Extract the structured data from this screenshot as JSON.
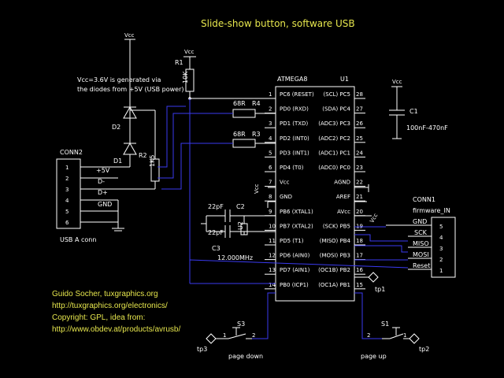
{
  "title": "Slide-show button, software USB",
  "vcc_note": [
    "Vcc=3.6V is generated via",
    "the diodes from +5V (USB power)"
  ],
  "u1": {
    "name": "ATMEGA8",
    "ref": "U1",
    "left_pins": [
      {
        "num": "1",
        "label": "PC6 (RESET)"
      },
      {
        "num": "2",
        "label": "PD0 (RXD)"
      },
      {
        "num": "3",
        "label": "PD1 (TXD)"
      },
      {
        "num": "4",
        "label": "PD2 (INT0)"
      },
      {
        "num": "5",
        "label": "PD3 (INT1)"
      },
      {
        "num": "6",
        "label": "PD4 (T0)"
      },
      {
        "num": "7",
        "label": "Vcc"
      },
      {
        "num": "8",
        "label": "GND"
      },
      {
        "num": "9",
        "label": "PB6 (XTAL1)"
      },
      {
        "num": "10",
        "label": "PB7 (XTAL2)"
      },
      {
        "num": "11",
        "label": "PD5 (T1)"
      },
      {
        "num": "12",
        "label": "PD6 (AIN0)"
      },
      {
        "num": "13",
        "label": "PD7 (AIN1)"
      },
      {
        "num": "14",
        "label": "PB0 (ICP1)"
      }
    ],
    "right_pins": [
      {
        "num": "28",
        "label": "(SCL) PC5"
      },
      {
        "num": "27",
        "label": "(SDA) PC4"
      },
      {
        "num": "26",
        "label": "(ADC3) PC3"
      },
      {
        "num": "25",
        "label": "(ADC2) PC2"
      },
      {
        "num": "24",
        "label": "(ADC1) PC1"
      },
      {
        "num": "23",
        "label": "(ADC0) PC0"
      },
      {
        "num": "22",
        "label": "AGND"
      },
      {
        "num": "21",
        "label": "AREF"
      },
      {
        "num": "20",
        "label": "AVcc"
      },
      {
        "num": "19",
        "label": "(SCK) PB5"
      },
      {
        "num": "18",
        "label": "(MISO) PB4"
      },
      {
        "num": "17",
        "label": "(MOSI) PB3"
      },
      {
        "num": "16",
        "label": "(OC1B) PB2"
      },
      {
        "num": "15",
        "label": "(OC1A) PB1"
      }
    ]
  },
  "conn2": {
    "name": "CONN2",
    "caption": "USB A conn",
    "pins": [
      "1",
      "2",
      "3",
      "4",
      "5",
      "6"
    ],
    "nets": [
      "+5V",
      "D-",
      "D+",
      "GND"
    ]
  },
  "conn1": {
    "name": "CONN1",
    "caption": "firmware_IN",
    "pins": [
      "5",
      "4",
      "3",
      "2",
      "1"
    ],
    "nets": [
      "GND",
      "SCK",
      "MISO",
      "MOSI",
      "Reset"
    ]
  },
  "parts": {
    "r1": "R1",
    "r1_val": "10K",
    "r1_vcc": "Vcc",
    "r2": "R2",
    "r2_val": "1K5",
    "r3": "R3",
    "r3_val": "68R",
    "r4": "R4",
    "r4_val": "68R",
    "d1": "D1",
    "d2": "D2",
    "d2_vcc": "Vcc",
    "c1": "C1",
    "c1_val": "100nF-470nF",
    "c1_vcc": "Vcc",
    "c2": "C2",
    "c2_val": "22pF",
    "c3": "C3",
    "c3_val": "22pF",
    "u2": "U2",
    "xtal": "12.000MHz",
    "vcc_pin7": "Vcc",
    "vcc_pin20": "Vcc",
    "s1": "S1",
    "s3": "S3",
    "tp1": "tp1",
    "tp2": "tp2",
    "tp3": "tp3",
    "page_down": "page down",
    "page_up": "page up"
  },
  "credits": [
    "Guido Socher, tuxgraphics.org",
    "http://tuxgraphics.org/electronics/",
    "Copyright: GPL, idea from:",
    "http://www.obdev.at/products/avrusb/"
  ]
}
